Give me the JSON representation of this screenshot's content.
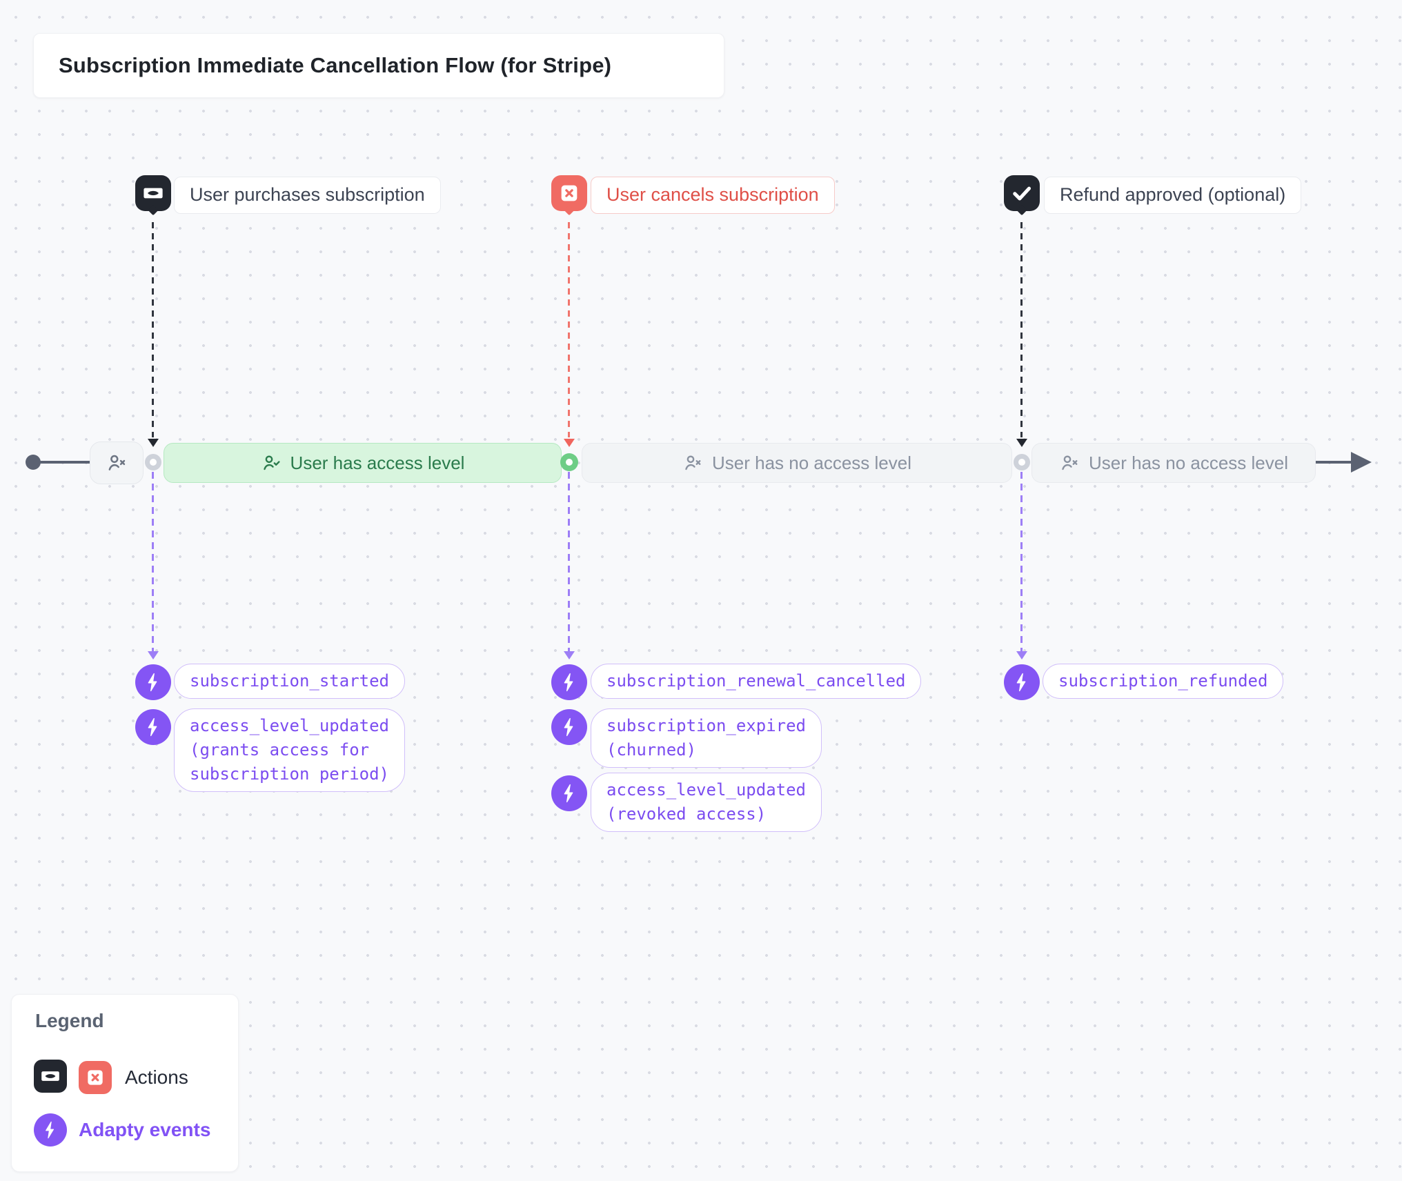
{
  "title": "Subscription Immediate Cancellation Flow (for Stripe)",
  "colors": {
    "background": "#f8f9fb",
    "dark_action": "#23272f",
    "red_action": "#f06b63",
    "green_state_bg": "#d8f5de",
    "green_state_text": "#2a7b4c",
    "gray_state_bg": "#f2f4f6",
    "gray_state_text": "#8a92a0",
    "adapty_purple": "#8455f4",
    "event_text": "#7b4cf0",
    "timeline": "#5b6272"
  },
  "columns": [
    {
      "action": {
        "label": "User purchases subscription",
        "icon": "cash-icon",
        "style": "dark"
      },
      "events": [
        {
          "text": "subscription_started"
        },
        {
          "text": "access_level_updated\n(grants access for\nsubscription period)"
        }
      ]
    },
    {
      "action": {
        "label": "User cancels subscription",
        "icon": "x-square-icon",
        "style": "red"
      },
      "events": [
        {
          "text": "subscription_renewal_cancelled"
        },
        {
          "text": "subscription_expired\n(churned)"
        },
        {
          "text": "access_level_updated\n(revoked access)"
        }
      ]
    },
    {
      "action": {
        "label": "Refund approved (optional)",
        "icon": "check-icon",
        "style": "dark"
      },
      "events": [
        {
          "text": "subscription_refunded"
        }
      ]
    }
  ],
  "timeline": {
    "start_icon": "user-x-icon",
    "segments": [
      {
        "label": "User has access level",
        "state": "access",
        "icon": "user-check-icon"
      },
      {
        "label": "User has no access level",
        "state": "no-access",
        "icon": "user-x-icon"
      },
      {
        "label": "User has no access level",
        "state": "no-access",
        "icon": "user-x-icon"
      }
    ]
  },
  "legend": {
    "heading": "Legend",
    "actions_label": "Actions",
    "events_label": "Adapty events"
  }
}
